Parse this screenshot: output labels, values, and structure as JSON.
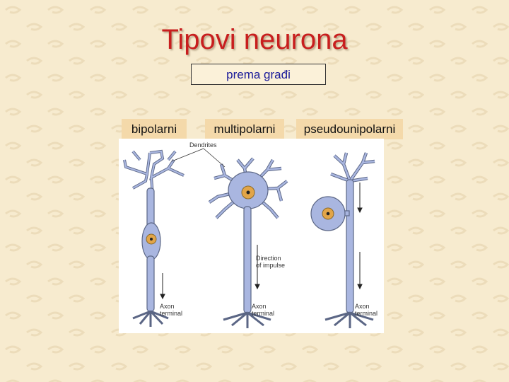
{
  "slide": {
    "title": "Tipovi neurona",
    "subtitle": "prema građi"
  },
  "types": [
    {
      "label": "bipolarni"
    },
    {
      "label": "multipolarni"
    },
    {
      "label": "pseudounipolarni"
    }
  ],
  "figure": {
    "dendrites_label": "Dendrites",
    "direction_line1": "Direction",
    "direction_line2": "of impulse",
    "axon_line1": "Axon",
    "axon_line2": "terminal"
  },
  "colors": {
    "background": "#f7ebcf",
    "title": "#c81e1e",
    "subtitle_text": "#1a1a99",
    "label_bg": "#f4d9aa",
    "neuron_fill": "#a9b6e0",
    "neuron_stroke": "#5b6685",
    "nucleus": "#e2a548"
  }
}
